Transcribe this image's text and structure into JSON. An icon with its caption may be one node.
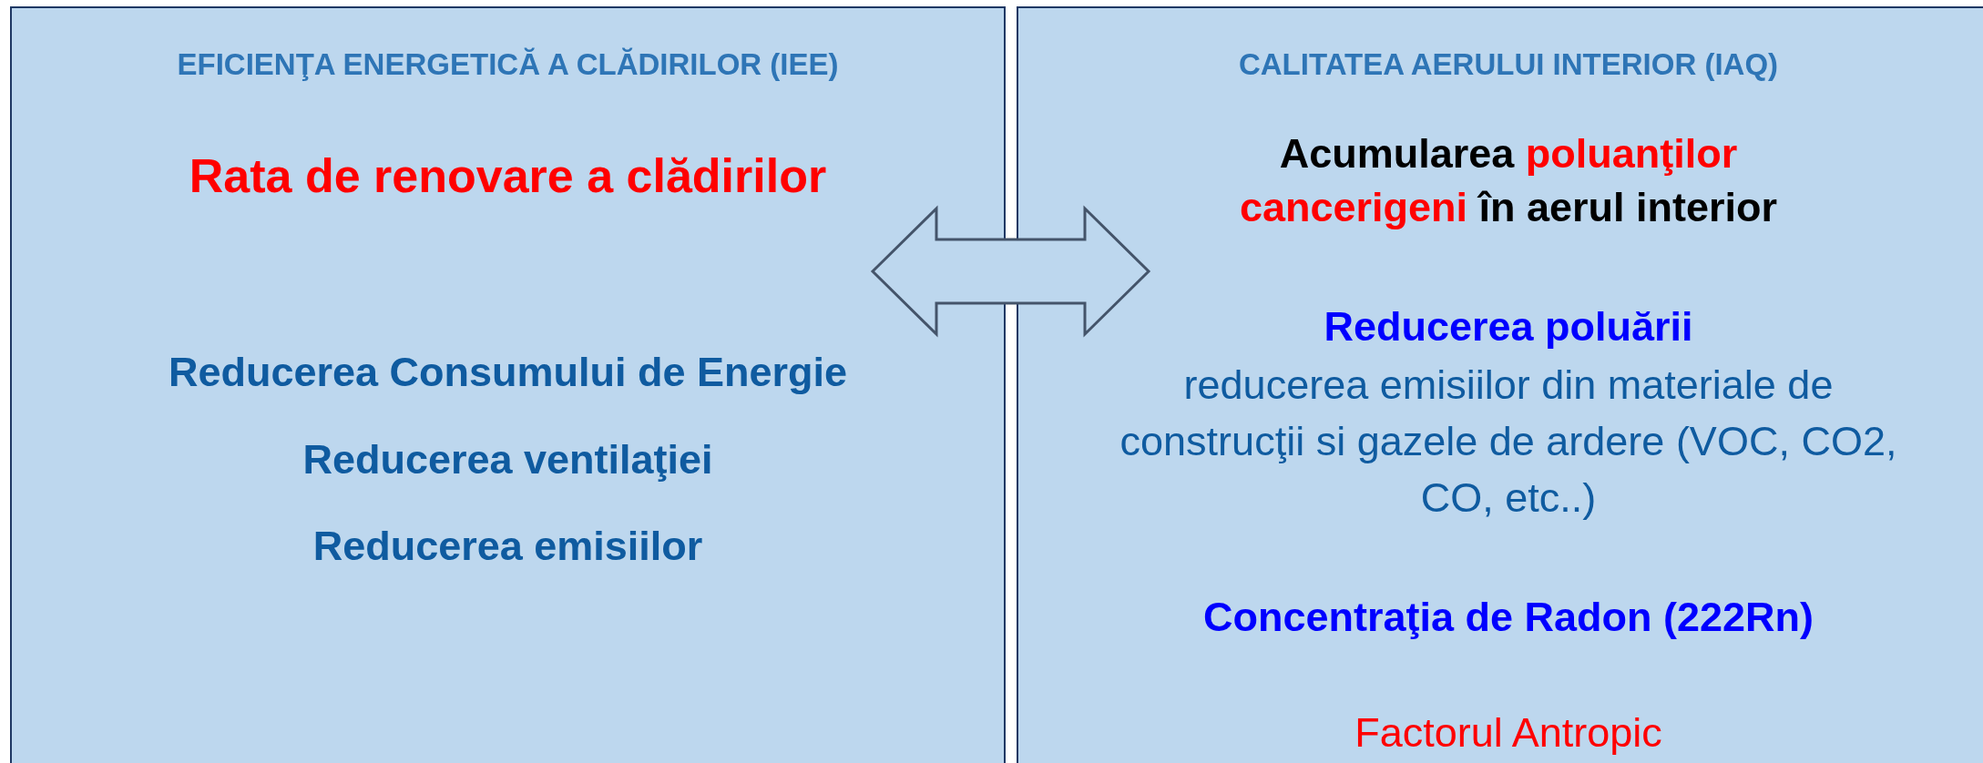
{
  "diagram": {
    "nodes": [
      {
        "text": [
          "EFICIENŢA ENERGETICĂ A CLĂDIRILOR (IEE)",
          "Rata de renovare a clădirilor",
          "Reducerea Consumului de Energie",
          "Reducerea ventilaţiei",
          "Reducerea emisiilor"
        ]
      },
      {
        "text": [
          "CALITATEA AERULUI INTERIOR (IAQ)",
          "Acumularea",
          "poluanţilor cancerigeni",
          "în aerul interior",
          "Reducerea poluării",
          "reducerea emisiilor din materiale de construcţii si gazele de ardere (VOC, CO2, CO, etc..)",
          "Concentraţia de Radon (222Rn)",
          "Factorul Antropic"
        ]
      }
    ],
    "edges": [
      {
        "from": 0,
        "to": 1,
        "arrow": "both"
      }
    ]
  }
}
